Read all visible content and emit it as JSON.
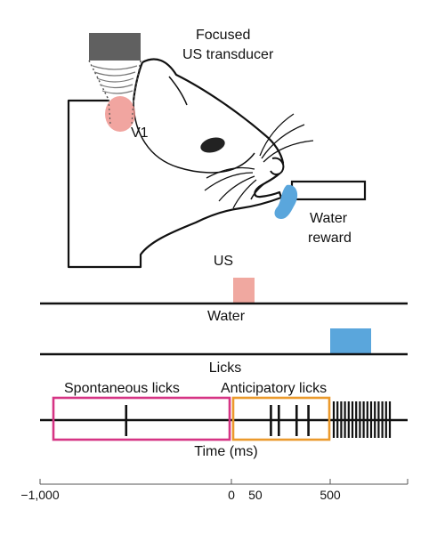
{
  "labels": {
    "transducer_line1": "Focused",
    "transducer_line2": "US transducer",
    "v1": "V1",
    "reward_line1": "Water",
    "reward_line2": "reward",
    "row_us": "US",
    "row_water": "Water",
    "row_licks": "Licks",
    "spontaneous": "Spontaneous licks",
    "anticipatory": "Anticipatory licks",
    "time_axis": "Time (ms)"
  },
  "ticks": [
    "−1,000",
    "0",
    "50",
    "500"
  ],
  "colors": {
    "us_pulse": "#f0a8a0",
    "focal_spot": "#ee8e88",
    "water": "#5aa6dc",
    "spontaneous_box": "#d63484",
    "anticipatory_box": "#eb9a2c",
    "lines": "#111111",
    "transducer_body": "#606060"
  },
  "timeline": {
    "time_range_ms": [
      -1000,
      1000
    ],
    "us_pulse_ms": [
      0,
      100
    ],
    "water_reward_ms": [
      500,
      700
    ],
    "spontaneous_window_ms": [
      -1000,
      0
    ],
    "anticipatory_window_ms": [
      0,
      500
    ],
    "spontaneous_licks_ms": [
      -550
    ],
    "anticipatory_licks_ms": [
      200,
      240,
      330,
      390
    ],
    "reward_licks_ms": [
      510,
      525,
      540,
      555,
      570,
      585,
      600,
      615,
      630,
      645,
      660,
      675,
      690,
      705,
      720,
      735
    ]
  }
}
